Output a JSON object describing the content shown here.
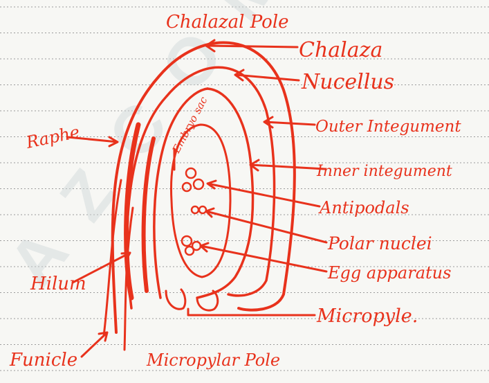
{
  "diagram": {
    "stroke_color": "#e8321c",
    "paper_color": "#f7f7f4",
    "rule_color": "#9a9a9a",
    "watermark_text": "A Z C O M",
    "labels": {
      "chalazal_pole": "Chalazal Pole",
      "chalaza": "Chalaza",
      "nucellus": "Nucellus",
      "outer_integument": "Outer Integument",
      "raphe": "Raphe",
      "embryo_sac": "Embryo sac",
      "inner_integument": "Inner integument",
      "antipodals": "Antipodals",
      "polar_nuclei": "Polar nuclei",
      "egg_apparatus": "Egg apparatus",
      "hilum": "Hilum",
      "micropyle": "Micropyle.",
      "funicle": "Funicle",
      "micropylar_pole": "Micropylar Pole"
    }
  }
}
